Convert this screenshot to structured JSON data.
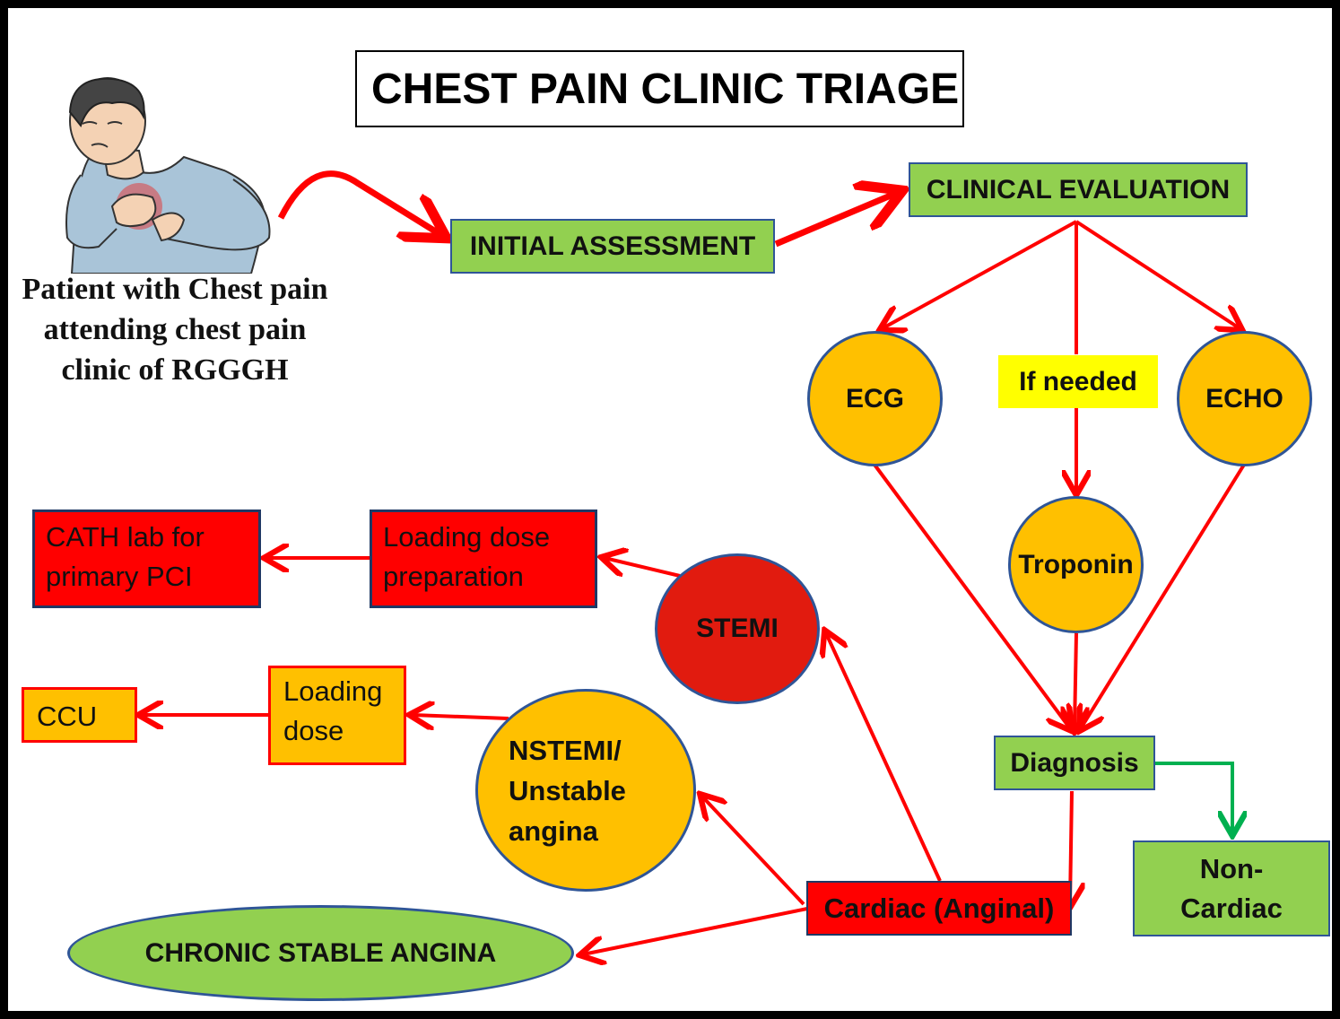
{
  "title": "CHEST PAIN CLINIC TRIAGE",
  "patient_caption": "Patient with Chest pain attending chest pain clinic of RGGGH",
  "nodes": {
    "initial_assessment": "INITIAL ASSESSMENT",
    "clinical_evaluation": "CLINICAL EVALUATION",
    "ecg": "ECG",
    "if_needed": "If needed",
    "echo": "ECHO",
    "troponin": "Troponin",
    "diagnosis": "Diagnosis",
    "non_cardiac": "Non-Cardiac",
    "cardiac_anginal": "Cardiac (Anginal)",
    "stemi": "STEMI",
    "nstemi": "NSTEMI/ Unstable angina",
    "chronic_stable_angina": "CHRONIC STABLE ANGINA",
    "loading_dose_preparation": "Loading dose preparation",
    "cath_lab": "CATH lab for primary PCI",
    "loading_dose": "Loading dose",
    "ccu": "CCU"
  },
  "colors": {
    "green_box": "#92d050",
    "orange_circle": "#ffc000",
    "red_box": "#ff0000",
    "stemi_circle": "#e11b0f",
    "arrow_red": "#ff0000",
    "arrow_green": "#00b050",
    "if_needed_bg": "#ffff00"
  },
  "illustration": {
    "icon": "patient-chest-pain-illustration"
  }
}
